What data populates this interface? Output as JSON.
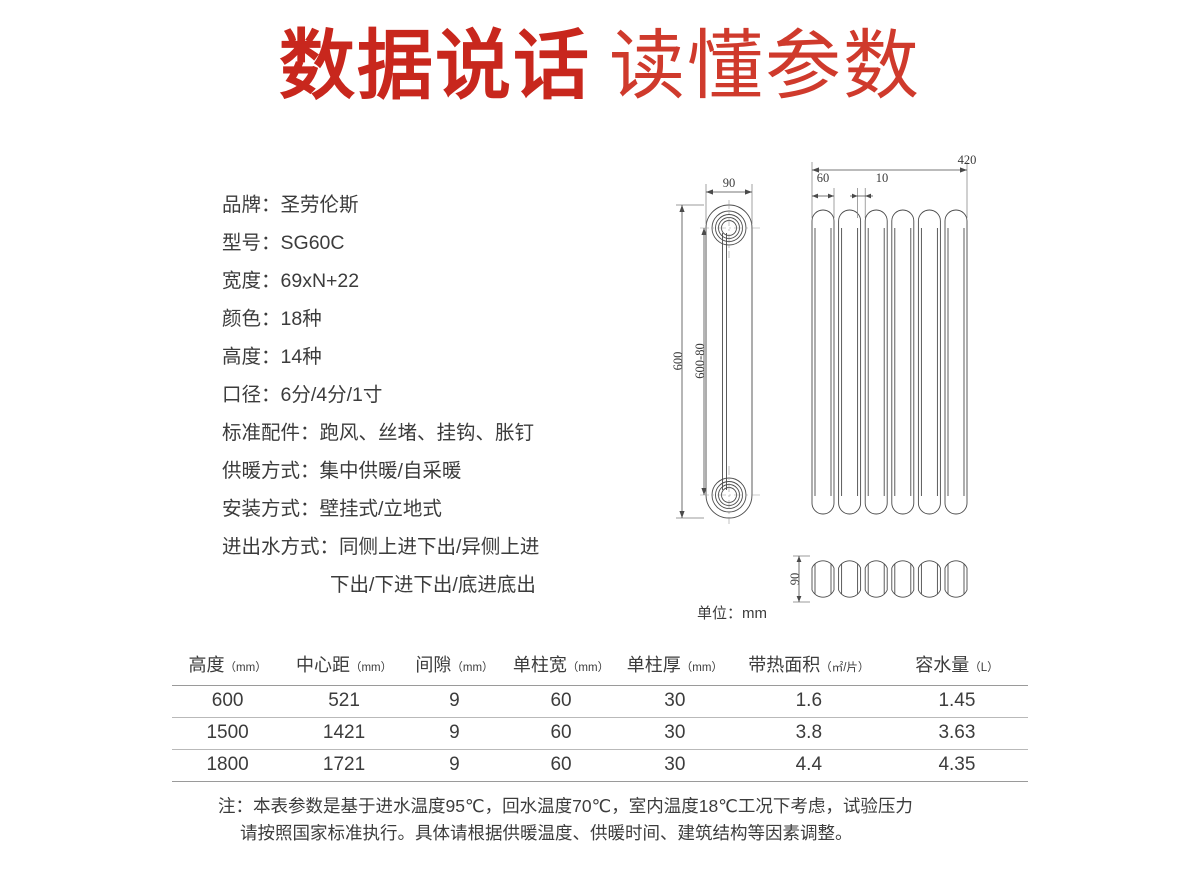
{
  "title": {
    "part1": "数据说话",
    "part2": "读懂参数",
    "color": "#c8271d"
  },
  "specs": {
    "rows": [
      {
        "label": "品牌：",
        "value": "圣劳伦斯"
      },
      {
        "label": "型号：",
        "value": "SG60C"
      },
      {
        "label": "宽度：",
        "value": "69xN+22"
      },
      {
        "label": "颜色：",
        "value": "18种"
      },
      {
        "label": "高度：",
        "value": "14种"
      },
      {
        "label": "口径：",
        "value": "6分/4分/1寸"
      },
      {
        "label": "标准配件：",
        "value": "跑风、丝堵、挂钩、胀钉"
      },
      {
        "label": "供暖方式：",
        "value": "集中供暖/自采暖"
      },
      {
        "label": "安装方式：",
        "value": "壁挂式/立地式"
      },
      {
        "label": "进出水方式：",
        "value": "同侧上进下出/异侧上进"
      }
    ],
    "continuation": "下出/下进下出/底进底出"
  },
  "drawing": {
    "unit_label": "单位：mm",
    "dim_side_width": "90",
    "dim_side_height_total": "600",
    "dim_side_height_center": "600-80",
    "dim_front_total": "420",
    "dim_front_column": "60",
    "dim_front_gap": "10",
    "dim_top_depth": "90",
    "column_count": 6
  },
  "table": {
    "headers": [
      {
        "name": "高度",
        "unit": "（mm）"
      },
      {
        "name": "中心距",
        "unit": "（mm）"
      },
      {
        "name": "间隙",
        "unit": "（mm）"
      },
      {
        "name": "单柱宽",
        "unit": "（mm）"
      },
      {
        "name": "单柱厚",
        "unit": "（mm）"
      },
      {
        "name": "带热面积",
        "unit": "（㎡/片）"
      },
      {
        "name": "容水量",
        "unit": "（L）"
      }
    ],
    "rows": [
      [
        "600",
        "521",
        "9",
        "60",
        "30",
        "1.6",
        "1.45"
      ],
      [
        "1500",
        "1421",
        "9",
        "60",
        "30",
        "3.8",
        "3.63"
      ],
      [
        "1800",
        "1721",
        "9",
        "60",
        "30",
        "4.4",
        "4.35"
      ]
    ]
  },
  "footnote": {
    "line1": "注：本表参数是基于进水温度95℃，回水温度70℃，室内温度18℃工况下考虑，试验压力",
    "line2": "请按照国家标准执行。具体请根据供暖温度、供暖时间、建筑结构等因素调整。"
  }
}
